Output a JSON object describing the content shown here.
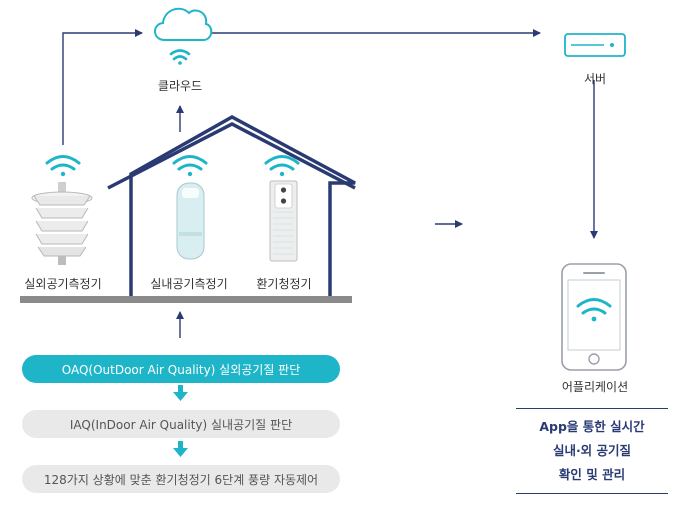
{
  "labels": {
    "cloud": "클라우드",
    "server": "서버",
    "outdoor_sensor": "실외공기측정기",
    "indoor_sensor": "실내공기측정기",
    "ventilator": "환기청정기",
    "application": "어플리케이션"
  },
  "steps": [
    {
      "label": "OAQ(OutDoor Air Quality) 실외공기질 판단",
      "style": "highlight"
    },
    {
      "label": "IAQ(InDoor Air Quality) 실내공기질 판단",
      "style": "normal"
    },
    {
      "label": "128가지 상황에 맞춘 환기청정기 6단계 풍량 자동제어",
      "style": "normal"
    }
  ],
  "app_box": {
    "line1": "App을 통한 실시간",
    "line2": "실내·외 공기질",
    "line3": "확인 및 관리"
  },
  "colors": {
    "navy": "#2a3b74",
    "teal": "#1fb5c9",
    "gray_pill": "#e9e9e9",
    "ground": "#8a8a8a"
  }
}
